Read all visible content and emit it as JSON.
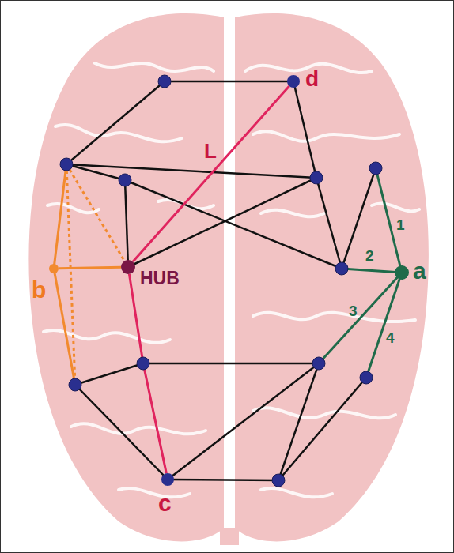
{
  "diagram": {
    "nodes": [
      {
        "text": [
          "d"
        ]
      },
      {
        "text": [
          "b"
        ]
      },
      {
        "text": [
          "HUB"
        ]
      },
      {
        "text": [
          "a"
        ]
      },
      {
        "text": [
          "c"
        ]
      }
    ],
    "edges": [
      {
        "from": 2,
        "to": 0,
        "label": "L",
        "arrow": "none"
      },
      {
        "from": 2,
        "to": 4,
        "arrow": "none"
      },
      {
        "from": 1,
        "to": 2,
        "arrow": "none"
      }
    ],
    "labels": [
      "1",
      "2",
      "3",
      "4"
    ]
  }
}
